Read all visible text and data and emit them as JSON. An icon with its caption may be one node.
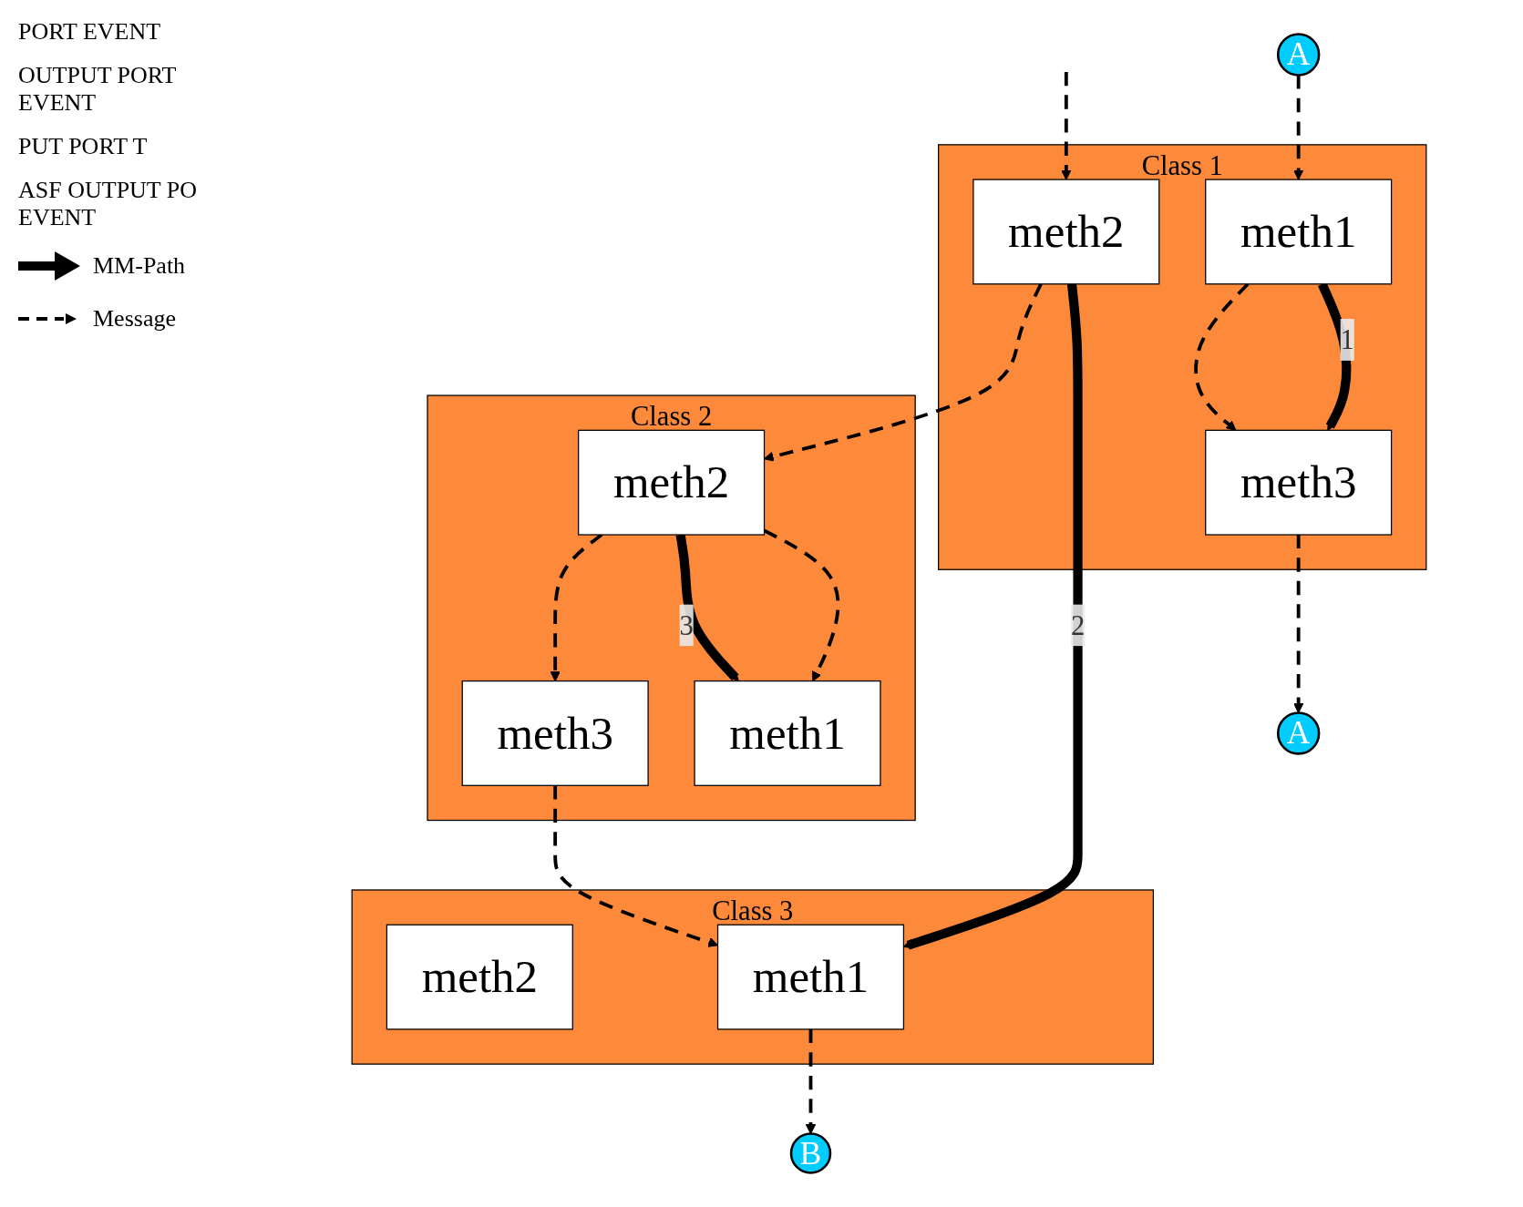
{
  "diagram": {
    "nodes": [
      {
        "text": [
          "Class 1"
        ]
      },
      {
        "text": [
          "meth1"
        ],
        "in": 0
      },
      {
        "text": [
          "meth3"
        ],
        "in": 0
      },
      {
        "text": [
          "meth2"
        ],
        "in": 0
      },
      {
        "text": [
          "Class 2"
        ]
      },
      {
        "text": [
          "meth1"
        ],
        "in": 4
      },
      {
        "text": [
          "meth3"
        ],
        "in": 4
      },
      {
        "text": [
          "meth2"
        ],
        "in": 4
      },
      {
        "text": [
          "Class 3"
        ]
      },
      {
        "text": [
          "meth2"
        ],
        "in": 8
      },
      {
        "text": [
          "meth1"
        ],
        "in": 8
      },
      {
        "text": [
          "A"
        ]
      },
      {
        "text": [
          "A"
        ]
      },
      {
        "text": [
          "B"
        ]
      }
    ],
    "edges": [
      {
        "from": 11,
        "to": 1,
        "arrow": "to",
        "style": "dashed"
      },
      {
        "from": 1,
        "to": 2,
        "arrow": "to",
        "style": "thick",
        "label": "1"
      },
      {
        "from": 1,
        "to": 2,
        "arrow": "to",
        "style": "dashed"
      },
      {
        "from": 2,
        "to": 12,
        "arrow": "to",
        "style": "dashed"
      },
      {
        "from": null,
        "to": 3,
        "arrow": "to",
        "style": "dashed"
      },
      {
        "from": 3,
        "to": 10,
        "arrow": "to",
        "style": "thick",
        "label": "2"
      },
      {
        "from": 3,
        "to": 7,
        "arrow": "to",
        "style": "dashed"
      },
      {
        "from": 7,
        "to": 5,
        "arrow": "to",
        "style": "dashed"
      },
      {
        "from": 7,
        "to": 5,
        "arrow": "to",
        "style": "thick",
        "label": "3"
      },
      {
        "from": 7,
        "to": 6,
        "arrow": "to",
        "style": "dashed"
      },
      {
        "from": 6,
        "to": 10,
        "arrow": "to",
        "style": "dashed"
      },
      {
        "from": 10,
        "to": 13,
        "arrow": "to",
        "style": "dashed"
      }
    ],
    "labels": [
      "PORT EVENT",
      "OUTPUT PORT EVENT",
      "PUT PORT T",
      "ASF OUTPUT PO EVENT"
    ],
    "legend": [
      {
        "text": "MM-Path"
      },
      {
        "text": "Message"
      }
    ]
  }
}
